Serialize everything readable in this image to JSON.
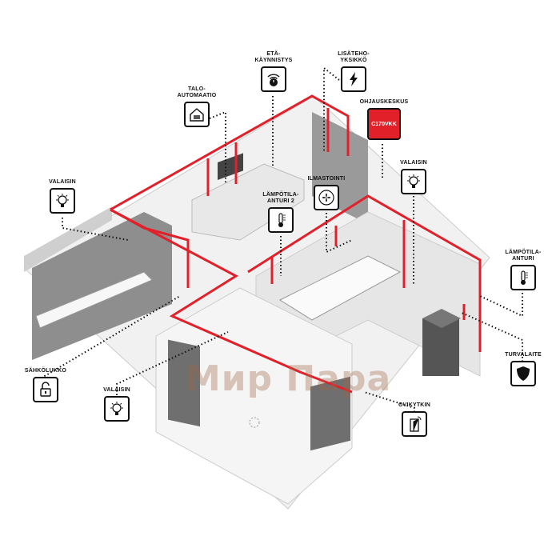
{
  "title": "Sauna control system diagram",
  "callouts": {
    "remote_start": {
      "label": "ETÄ-\nKÄYNNISTYS",
      "icon": "remote-power-icon"
    },
    "extra_power": {
      "label": "LISÄTEHO-\nYKSIKKÖ",
      "icon": "lightning-icon"
    },
    "home_automation": {
      "label": "TALO-\nAUTOMAATIO",
      "icon": "house-icon"
    },
    "control_unit": {
      "label": "OHJAUSKESKUS",
      "model": "C170VKK"
    },
    "light_left": {
      "label": "VALAISIN",
      "icon": "lightbulb-icon"
    },
    "ventilation": {
      "label": "ILMASTOINTI",
      "icon": "fan-icon"
    },
    "temp_sensor_2": {
      "label": "LÄMPÖTILA-\nANTURI 2",
      "icon": "thermometer-icon"
    },
    "light_right": {
      "label": "VALAISIN",
      "icon": "lightbulb-icon"
    },
    "temp_sensor": {
      "label": "LÄMPÖTILA-\nANTURI",
      "icon": "thermometer-icon"
    },
    "safety": {
      "label": "TURVALAITE",
      "icon": "shield-icon"
    },
    "electric_lock": {
      "label": "SÄHKÖLUKKO",
      "icon": "lock-icon"
    },
    "light_bottom": {
      "label": "VALAISIN",
      "icon": "lightbulb-icon"
    },
    "door_switch": {
      "label": "OVIKYTKIN",
      "icon": "door-icon"
    }
  },
  "watermark": "Мир Пара",
  "colors": {
    "wire": "#e2202a",
    "wall": "#d9d9d9",
    "floor": "#f0f0f0",
    "dark_wall": "#8a8a8a"
  }
}
